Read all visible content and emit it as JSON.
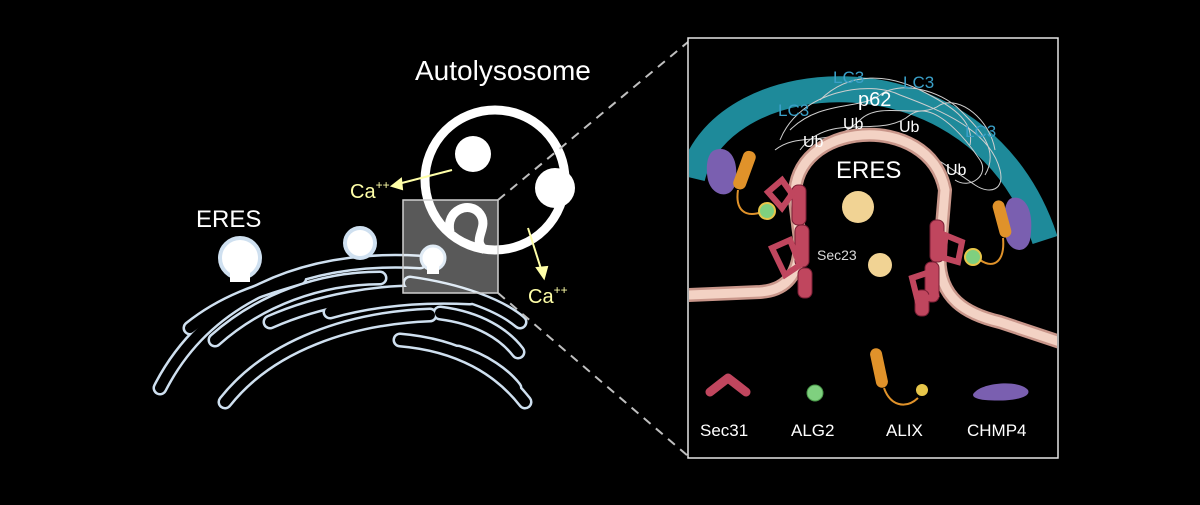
{
  "labels": {
    "autolysosome": "Autolysosome",
    "eres_left": "ERES",
    "ca_left": "Ca",
    "ca_right": "Ca",
    "ca_superscript": "++",
    "eres_inset": "ERES",
    "p62": "p62",
    "sec23": "Sec23",
    "lc3": [
      "LC3",
      "LC3",
      "LC3",
      "LC3"
    ],
    "ub": [
      "Ub",
      "Ub",
      "Ub",
      "Ub"
    ]
  },
  "legend": [
    {
      "label": "Sec31",
      "icon": "sec31-icon",
      "color": "#c0465e"
    },
    {
      "label": "ALG2",
      "icon": "alg2-icon",
      "color": "#7fd07f"
    },
    {
      "label": "ALIX",
      "icon": "alix-icon",
      "color": "#e0922a"
    },
    {
      "label": "CHMP4",
      "icon": "chmp4-icon",
      "color": "#7a5fb0"
    }
  ],
  "colors": {
    "background": "#000000",
    "membrane_outline": "#cfe0f0",
    "lc3_arc": "#1e8a9a",
    "er_membrane": "#f3d2c4",
    "er_membrane_edge": "#c9968a",
    "sec23": "#f1d394",
    "ca_text": "#ffffa8",
    "lc3_text": "#3aa0c8"
  }
}
